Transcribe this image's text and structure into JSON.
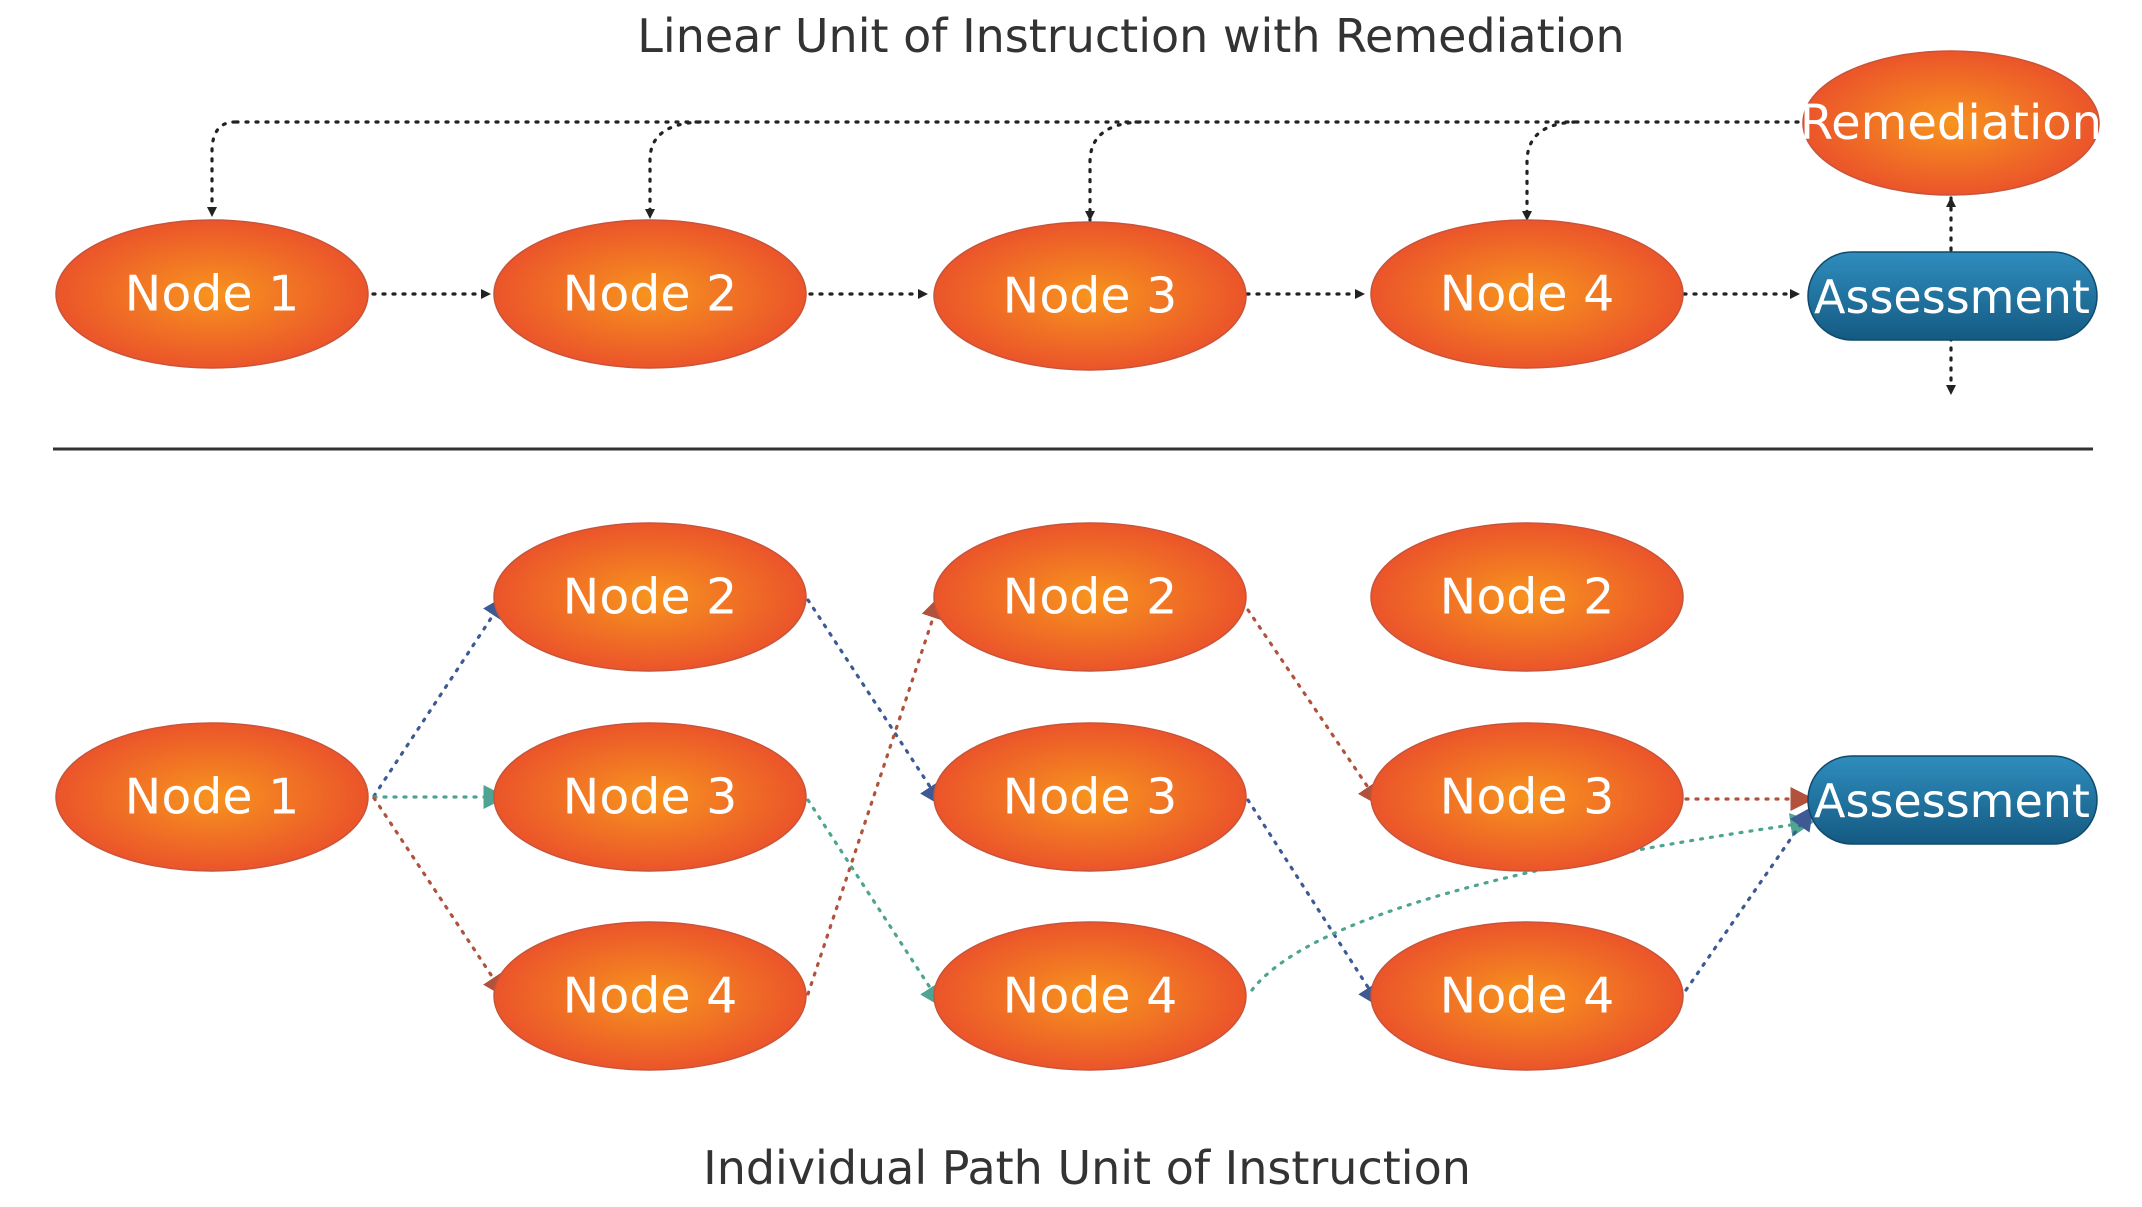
{
  "colors": {
    "node_light": "#f7941e",
    "node_dark": "#e8452d",
    "assessment": "#1b6a96",
    "assessment_light": "#2f8dbd",
    "black_arrow": "#222222",
    "blue_arrow": "#3d5a94",
    "teal_arrow": "#4ea391",
    "brown_arrow": "#b0523c",
    "divider": "#333333",
    "title": "#333333"
  },
  "linear": {
    "title": "Linear  Unit of Instruction with Remediation",
    "nodes": [
      "Node 1",
      "Node 2",
      "Node 3",
      "Node 4"
    ],
    "assessment": "Assessment",
    "remediation": "Remediation"
  },
  "individual": {
    "title": "Individual Path Unit of Instruction",
    "column1": [
      "Node 1"
    ],
    "column2": [
      "Node 2",
      "Node 3",
      "Node 4"
    ],
    "column3": [
      "Node 2",
      "Node 3",
      "Node 4"
    ],
    "column4": [
      "Node 2",
      "Node 3",
      "Node 4"
    ],
    "assessment": "Assessment"
  }
}
